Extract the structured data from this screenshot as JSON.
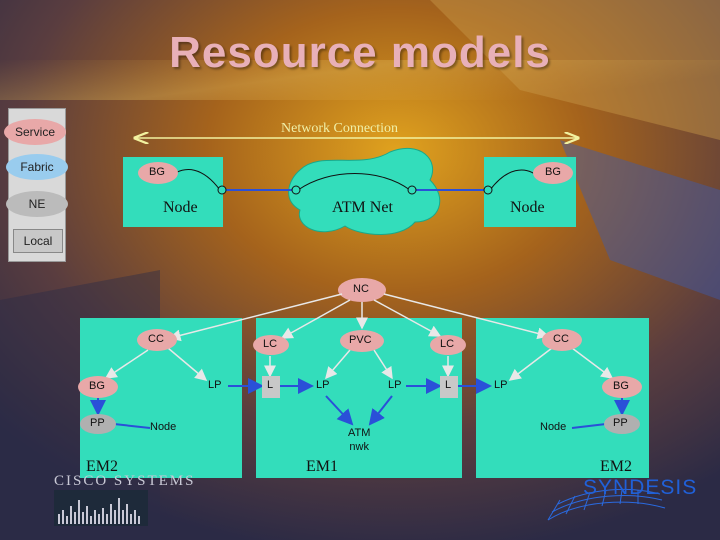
{
  "title": "Resource models",
  "legend": {
    "service": "Service",
    "fabric": "Fabric",
    "ne": "NE",
    "local": "Local"
  },
  "top": {
    "network_connection": "Network Connection",
    "bg_left": "BG",
    "bg_right": "BG",
    "node_left": "Node",
    "node_right": "Node",
    "atm_net": "ATM Net"
  },
  "bottom": {
    "nc": "NC",
    "cc_left": "CC",
    "cc_right": "CC",
    "pvc": "PVC",
    "lc_left": "LC",
    "lc_right": "LC",
    "bg_left": "BG",
    "bg_right": "BG",
    "pp_left": "PP",
    "pp_right": "PP",
    "lp1": "LP",
    "l1": "L",
    "lp2": "LP",
    "lp3": "LP",
    "l2": "L",
    "lp4": "LP",
    "node_left": "Node",
    "node_right": "Node",
    "atm_nwk": "ATM\nnwk",
    "em2_left": "EM2",
    "em1": "EM1",
    "em2_right": "EM2"
  },
  "logos": {
    "cisco": "CISCO SYSTEMS",
    "syndesis": "SYNDESIS"
  },
  "colors": {
    "teal_box": "#33ddbb",
    "service_oval": "#e8a8a8",
    "fabric_oval": "#99ccee",
    "ne_oval": "#bbbbbb",
    "local_rect": "#c8c8c8",
    "oval_bg": "#e8a8a8",
    "oval_pp": "#b0b0b0",
    "arrow": "#2a50d8",
    "white_arrow": "#e8e8e8",
    "title": "#e8b0b8"
  }
}
